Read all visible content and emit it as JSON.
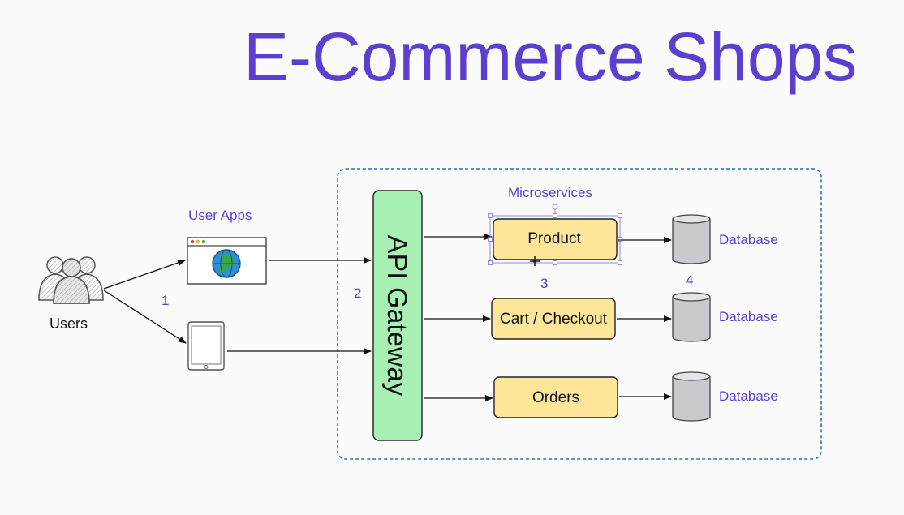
{
  "title": "E-Commerce Shops",
  "users_label": "Users",
  "user_apps_label": "User Apps",
  "gateway_label": "API Gateway",
  "microservices_label": "Microservices",
  "services": [
    {
      "label": "Product"
    },
    {
      "label": "Cart / Checkout"
    },
    {
      "label": "Orders"
    }
  ],
  "databases": [
    {
      "label": "Database"
    },
    {
      "label": "Database"
    },
    {
      "label": "Database"
    }
  ],
  "step_numbers": [
    "1",
    "2",
    "3",
    "4"
  ],
  "colors": {
    "accent": "#5b3fd0",
    "gateway_fill": "#a8efb4",
    "service_fill": "#fde59a",
    "database_fill": "#c8cacd",
    "boundary": "#2f6fb5"
  },
  "icons": [
    "users-icon",
    "browser-icon",
    "globe-icon",
    "tablet-icon",
    "database-icon"
  ]
}
